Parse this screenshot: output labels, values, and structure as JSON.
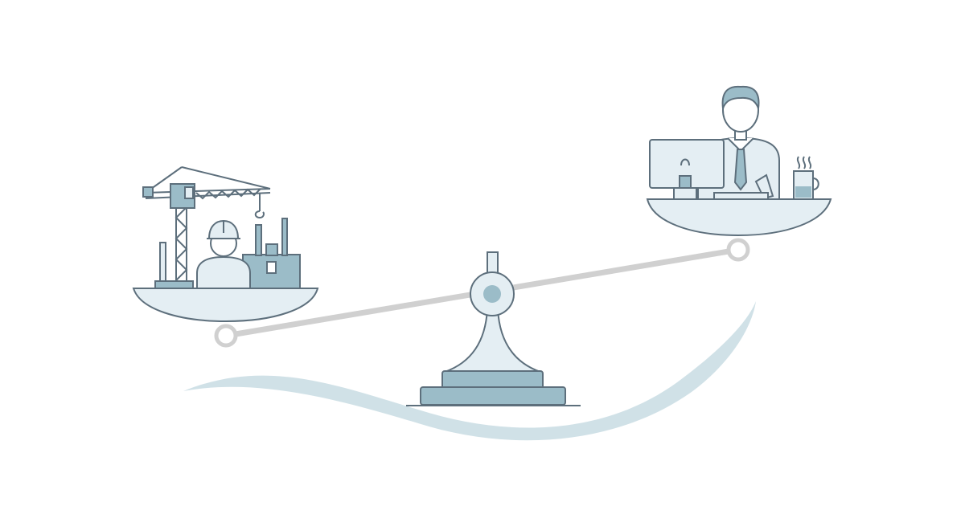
{
  "illustration": {
    "left_side": "construction-worker-with-crane-and-factory",
    "right_side": "office-worker-at-computer",
    "theme_colors": {
      "outline": "#5d6f7c",
      "fill_light": "#e4eef3",
      "fill_mid": "#9bbcc8",
      "beam": "#d3d3d3",
      "wave": "#c8dce3"
    },
    "balance_state": "left-side-lower"
  }
}
